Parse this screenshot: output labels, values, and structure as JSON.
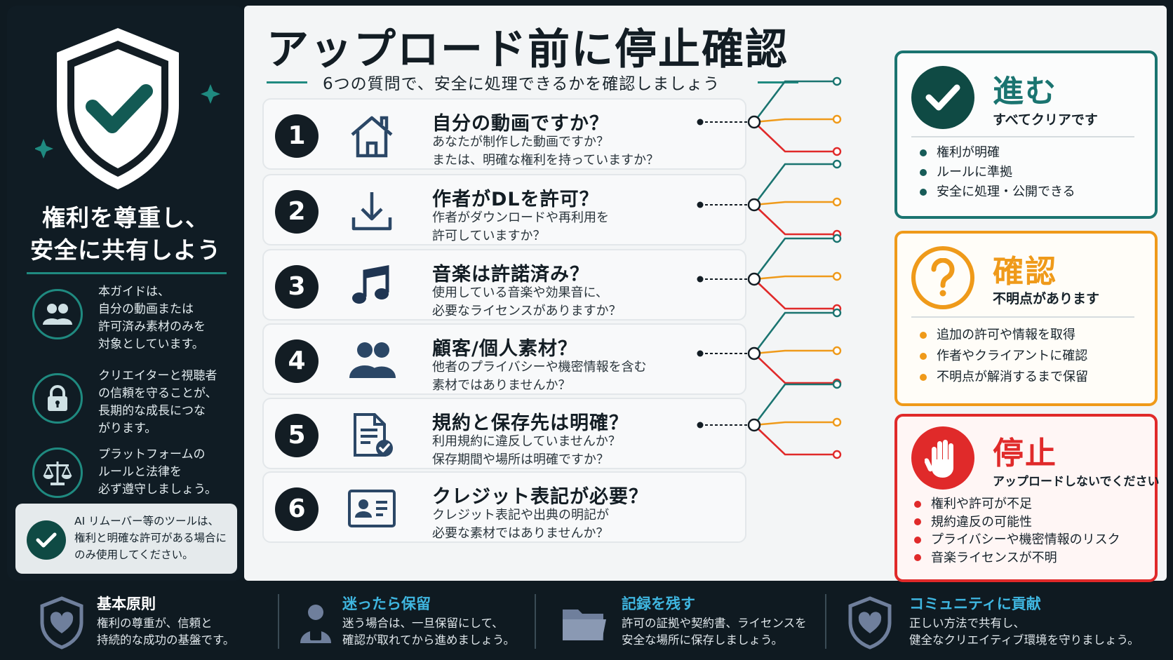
{
  "sidebar": {
    "title_line1": "権利を尊重し、",
    "title_line2": "安全に共有しよう",
    "items": [
      {
        "icon": "people-icon",
        "text_lines": [
          "本ガイドは、",
          "自分の動画または",
          "許可済み素材のみを",
          "対象としています。"
        ]
      },
      {
        "icon": "lock-icon",
        "text_lines": [
          "クリエイターと視聴者",
          "の信頼を守ることが、",
          "長期的な成長につな",
          "がります。"
        ]
      },
      {
        "icon": "scales-icon",
        "text_lines": [
          "プラットフォームの",
          "ルールと法律を",
          "必ず遵守しましょう。"
        ]
      }
    ],
    "note_lines": [
      "AI リムーバー等のツールは、",
      "権利と明確な許可がある場合に",
      "のみ使用してください。"
    ]
  },
  "header": {
    "title": "アップロード前に停止確認",
    "subtitle": "6つの質問で、安全に処理できるかを確認しましょう"
  },
  "questions": [
    {
      "number": "1",
      "icon": "home-icon",
      "title": "自分の動画ですか？",
      "desc_lines": [
        "あなたが制作した動画ですか？",
        "または、明確な権利を持っていますか？"
      ]
    },
    {
      "number": "2",
      "icon": "download-icon",
      "title": "作者がDLを許可？",
      "desc_lines": [
        "作者がダウンロードや再利用を",
        "許可していますか？"
      ]
    },
    {
      "number": "3",
      "icon": "music-note-icon",
      "title": "音楽は許諾済み？",
      "desc_lines": [
        "使用している音楽や効果音に、",
        "必要なライセンスがありますか？"
      ]
    },
    {
      "number": "4",
      "icon": "people-icon",
      "title": "顧客/個人素材？",
      "desc_lines": [
        "他者のプライバシーや機密情報を含む",
        "素材ではありませんか？"
      ]
    },
    {
      "number": "5",
      "icon": "document-check-icon",
      "title": "規約と保存先は明確？",
      "desc_lines": [
        "利用規約に違反していませんか？",
        "保存期間や場所は明確ですか？"
      ]
    },
    {
      "number": "6",
      "icon": "id-card-icon",
      "title": "クレジット表記が必要？",
      "desc_lines": [
        "クレジット表記や出典の明記が",
        "必要な素材ではありませんか？"
      ]
    }
  ],
  "results": {
    "go": {
      "title": "進む",
      "subtitle": "すべてクリアです",
      "items": [
        "権利が明確",
        "ルールに準拠",
        "安全に処理・公開できる"
      ],
      "color": "#1a7470"
    },
    "check": {
      "title": "確認",
      "subtitle": "不明点があります",
      "items": [
        "追加の許可や情報を取得",
        "作者やクライアントに確認",
        "不明点が解消するまで保留"
      ],
      "color": "#ef9a1a"
    },
    "stop": {
      "title": "停止",
      "subtitle": "アップロードしないでください",
      "items": [
        "権利や許可が不足",
        "規約違反の可能性",
        "プライバシーや機密情報のリスク",
        "音楽ライセンスが不明"
      ],
      "color": "#e02a2a"
    }
  },
  "footer": [
    {
      "icon": "shield-heart-icon",
      "title": "基本原則",
      "title_color": "#ffffff",
      "desc_lines": [
        "権利の尊重が、信頼と",
        "持続的な成功の基盤です。"
      ]
    },
    {
      "icon": "person-icon",
      "title": "迷ったら保留",
      "title_color": "#3fb6e0",
      "desc_lines": [
        "迷う場合は、一旦保留にして、",
        "確認が取れてから進めましょう。"
      ]
    },
    {
      "icon": "folder-icon",
      "title": "記録を残す",
      "title_color": "#3fb6e0",
      "desc_lines": [
        "許可の証拠や契約書、ライセンスを",
        "安全な場所に保存しましょう。"
      ]
    },
    {
      "icon": "shield-heart-icon",
      "title": "コミュニティに貢献",
      "title_color": "#3fb6e0",
      "desc_lines": [
        "正しい方法で共有し、",
        "健全なクリエイティブ環境を守りましょう。"
      ]
    }
  ]
}
